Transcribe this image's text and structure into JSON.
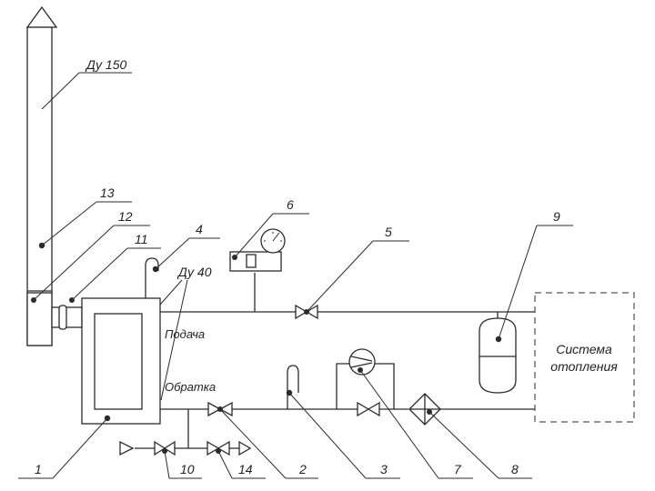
{
  "pipes": {
    "chimney": "Ду 150",
    "supply_dn": "Ду 40",
    "supply": "Подача",
    "return": "Обратка"
  },
  "system": {
    "line1": "Система",
    "line2": "отопления"
  },
  "callouts": [
    "1",
    "2",
    "3",
    "4",
    "5",
    "6",
    "7",
    "8",
    "9",
    "10",
    "11",
    "12",
    "13",
    "14"
  ]
}
